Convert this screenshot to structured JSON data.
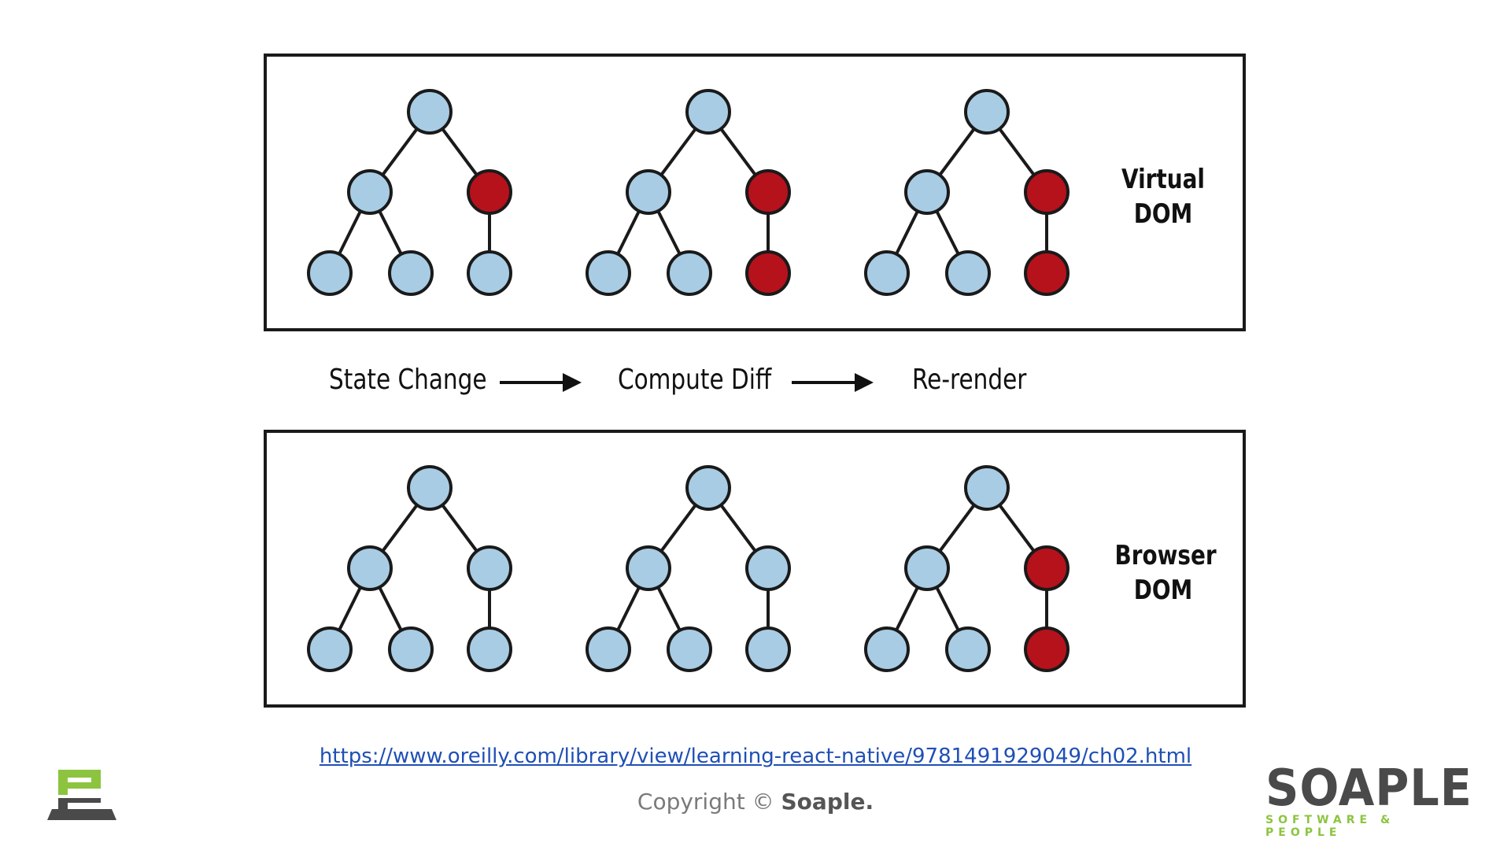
{
  "panels": {
    "virtual": {
      "label": "Virtual\nDOM",
      "trees": [
        {
          "nodes": {
            "root": "blue",
            "left": "blue",
            "right": "red",
            "ll": "blue",
            "lr": "blue",
            "rc": "blue"
          }
        },
        {
          "nodes": {
            "root": "blue",
            "left": "blue",
            "right": "red",
            "ll": "blue",
            "lr": "blue",
            "rc": "red"
          }
        },
        {
          "nodes": {
            "root": "blue",
            "left": "blue",
            "right": "red",
            "ll": "blue",
            "lr": "blue",
            "rc": "red"
          }
        }
      ]
    },
    "browser": {
      "label": "Browser\nDOM",
      "trees": [
        {
          "nodes": {
            "root": "blue",
            "left": "blue",
            "right": "blue",
            "ll": "blue",
            "lr": "blue",
            "rc": "blue"
          }
        },
        {
          "nodes": {
            "root": "blue",
            "left": "blue",
            "right": "blue",
            "ll": "blue",
            "lr": "blue",
            "rc": "blue"
          }
        },
        {
          "nodes": {
            "root": "blue",
            "left": "blue",
            "right": "red",
            "ll": "blue",
            "lr": "blue",
            "rc": "red"
          }
        }
      ]
    }
  },
  "steps": [
    "State Change",
    "Compute Diff",
    "Re-render"
  ],
  "source_url": "https://www.oreilly.com/library/view/learning-react-native/9781491929049/ch02.html",
  "copyright": {
    "prefix": "Copyright © ",
    "brand": "Soaple."
  },
  "logo": {
    "word": "SOAPLE",
    "tagline": "SOFTWARE & PEOPLE"
  },
  "colors": {
    "node_blue": "#a8cce4",
    "node_red": "#b5121b",
    "stroke": "#1a1a1a",
    "link": "#1f4fb5",
    "logo_green": "#8cc43f",
    "logo_gray": "#4a4a4a"
  }
}
